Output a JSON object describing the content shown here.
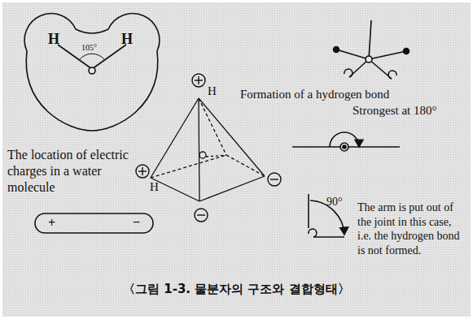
{
  "diagram": {
    "caption": "〈그림 1-3. 물분자의 구조와 결합형태〉",
    "labels": [
      "H",
      "105°",
      "H",
      "The location of electric charges in a water molecule",
      "+",
      "−",
      "H",
      "H",
      "Formation of a hydrogen bond",
      "Strongest at 180°",
      "90°",
      "The arm is put out of the joint in this case, i.e. the hydrogen bond is not formed."
    ]
  }
}
